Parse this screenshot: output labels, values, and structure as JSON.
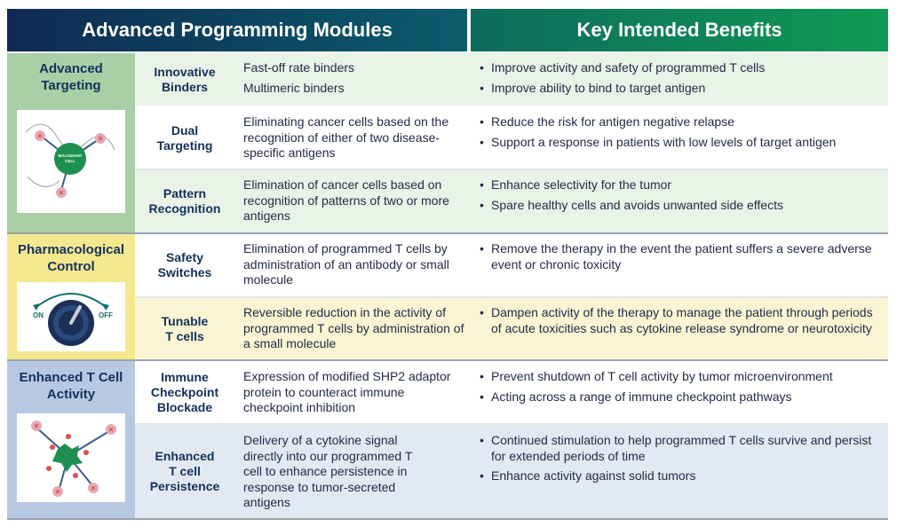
{
  "header": {
    "left_title": "Advanced Programming Modules",
    "right_title": "Key Intended Benefits"
  },
  "colors": {
    "targeting_bg": "#a9cfa6",
    "targeting_row_tint": "#eaf3e7",
    "pharma_bg": "#f5e98f",
    "pharma_row_tint": "#fbf5d4",
    "tcell_bg": "#b7c9e2",
    "tcell_row_tint": "#e2e9f3"
  },
  "categories": [
    {
      "title": "Advanced\nTargeting",
      "illustration": "malignant-cell-targeting-illustration",
      "illustration_label": "MALIGNANT\nCELL",
      "modules": [
        {
          "name": "Innovative\nBinders",
          "description": [
            "Fast-off rate binders",
            "Multimeric binders"
          ],
          "benefits": [
            "Improve activity and safety of programmed T cells",
            "Improve ability to bind to target antigen"
          ]
        },
        {
          "name": "Dual\nTargeting",
          "description": [
            "Eliminating cancer cells based on the recognition of either of two disease-specific antigens"
          ],
          "benefits": [
            "Reduce the risk for antigen negative relapse",
            "Support a response in patients with low levels of target antigen"
          ]
        },
        {
          "name": "Pattern\nRecognition",
          "description": [
            "Elimination of cancer cells based on recognition of patterns of two or more antigens"
          ],
          "benefits": [
            "Enhance selectivity for the tumor",
            "Spare healthy cells and avoids unwanted side effects"
          ]
        }
      ]
    },
    {
      "title": "Pharmacological\nControl",
      "illustration": "on-off-dial-illustration",
      "dial_on": "ON",
      "dial_off": "OFF",
      "modules": [
        {
          "name": "Safety\nSwitches",
          "description": [
            "Elimination of programmed T cells by administration of an antibody or small molecule"
          ],
          "benefits": [
            "Remove the therapy in the event the patient suffers a severe adverse event or chronic toxicity"
          ]
        },
        {
          "name": "Tunable\nT cells",
          "description": [
            "Reversible reduction in the activity of programmed T cells by administration of a small molecule"
          ],
          "benefits": [
            "Dampen activity of the therapy to manage the patient through periods of acute toxicities such as cytokine release syndrome or neurotoxicity"
          ]
        }
      ]
    },
    {
      "title": "Enhanced T Cell\nActivity",
      "illustration": "t-cell-cytokine-illustration",
      "modules": [
        {
          "name": "Immune\nCheckpoint\nBlockade",
          "description": [
            "Expression of modified SHP2 adaptor protein to counteract immune checkpoint inhibition"
          ],
          "benefits": [
            "Prevent shutdown of T cell activity by tumor microenvironment",
            "Acting across a range of immune checkpoint pathways"
          ]
        },
        {
          "name": "Enhanced\nT cell\nPersistence",
          "description": [
            "Delivery of a cytokine signal directly into our programmed T cell to enhance persistence in response to tumor-secreted antigens"
          ],
          "benefits": [
            "Continued stimulation to help programmed T cells survive and persist for extended periods of time",
            "Enhance activity against solid tumors"
          ]
        }
      ]
    }
  ]
}
